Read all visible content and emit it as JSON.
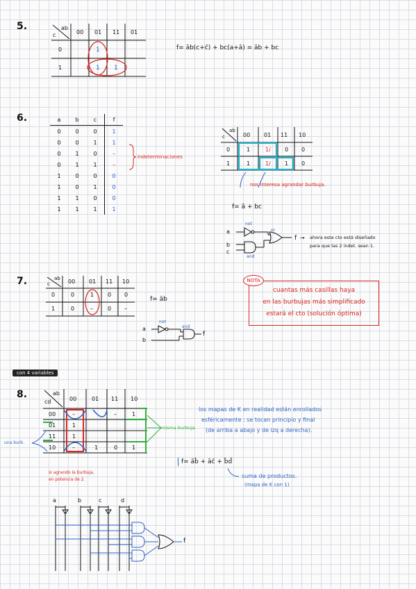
{
  "p5": {
    "num": "5.",
    "kmap": {
      "corner_top": "ab",
      "corner_left": "c",
      "cols": [
        "00",
        "01",
        "11",
        "01"
      ],
      "rows": [
        {
          "label": "0",
          "cells": [
            "",
            "1",
            "",
            ""
          ]
        },
        {
          "label": "1",
          "cells": [
            "",
            "1",
            "1",
            ""
          ]
        }
      ]
    },
    "formula": "f= āb(c+c̄) + bc(a+ā) = āb + bc"
  },
  "p6": {
    "num": "6.",
    "truth": {
      "headers": [
        "a",
        "b",
        "c",
        "f"
      ],
      "rows": [
        [
          "0",
          "0",
          "0",
          "1"
        ],
        [
          "0",
          "0",
          "1",
          "1"
        ],
        [
          "0",
          "1",
          "0",
          "–"
        ],
        [
          "0",
          "1",
          "1",
          "–"
        ],
        [
          "1",
          "0",
          "0",
          "0"
        ],
        [
          "1",
          "0",
          "1",
          "0"
        ],
        [
          "1",
          "1",
          "0",
          "0"
        ],
        [
          "1",
          "1",
          "1",
          "1"
        ]
      ]
    },
    "indet_label": "indeterminaciones",
    "kmap": {
      "corner_top": "ab",
      "corner_left": "c",
      "cols": [
        "00",
        "01",
        "11",
        "10"
      ],
      "rows": [
        {
          "label": "0",
          "cells": [
            "1",
            "1/",
            "0",
            "0"
          ]
        },
        {
          "label": "1",
          "cells": [
            "1",
            "1/",
            "1",
            "0"
          ]
        }
      ]
    },
    "bubble_note": "nos interesa agrandar burbuja.",
    "formula": "f= ā + bc",
    "gate_not": "not",
    "gate_or": "or",
    "gate_and": "and",
    "in_a": "a",
    "in_b": "b",
    "in_c": "c",
    "out_f": "f",
    "circuit_note_1": "ahora este cto está diseñado",
    "circuit_note_2": "para que las 2 indet. sean 1."
  },
  "p7": {
    "num": "7.",
    "kmap": {
      "corner_top": "ab",
      "corner_left": "c",
      "cols": [
        "00",
        "01",
        "11",
        "10"
      ],
      "rows": [
        {
          "label": "0",
          "cells": [
            "0",
            "1",
            "0",
            "0"
          ]
        },
        {
          "label": "1",
          "cells": [
            "0",
            "–",
            "0",
            "–"
          ]
        }
      ]
    },
    "formula": "f= āb",
    "gate_not": "not",
    "gate_and": "and",
    "in_a": "a",
    "in_b": "b",
    "out_f": "f",
    "nota_tag": "NOTA",
    "nota_lines": [
      "cuantas más casillas haya",
      "en las burbujas más simplificado",
      "estará el cto (solución óptima)"
    ]
  },
  "section_tag": "con 4 variables",
  "p8": {
    "num": "8.",
    "kmap": {
      "corner_top": "ab",
      "corner_left": "cd",
      "cols": [
        "00",
        "01",
        "11",
        "10"
      ],
      "rows": [
        {
          "label": "00",
          "cells": [
            "–",
            "",
            "–",
            "1"
          ]
        },
        {
          "label": "01",
          "cells": [
            "1",
            "",
            "",
            ""
          ]
        },
        {
          "label": "11",
          "cells": [
            "1",
            "",
            "",
            ""
          ]
        },
        {
          "label": "10",
          "cells": [
            "–",
            "1",
            "0",
            "1"
          ]
        }
      ]
    },
    "una_burb": "una burb.",
    "misma_burbuja": "misma burbuja",
    "agrando_1": "si agrando la burbuja,",
    "agrando_2": "en potencia de 2.",
    "text_1": "los mapas de K en realidad están enrollados",
    "text_2": "esféricamente : se tocan principio y final",
    "text_3": "(de arriba a abajo y de izq a derecha).",
    "formula": "f= āb̄ + āc̄ + b̄d̄",
    "suma_1": "suma de productos.",
    "suma_2": "(mapa de K con 1)",
    "inputs": [
      "a",
      "b",
      "c",
      "d"
    ],
    "out_f": "f"
  }
}
